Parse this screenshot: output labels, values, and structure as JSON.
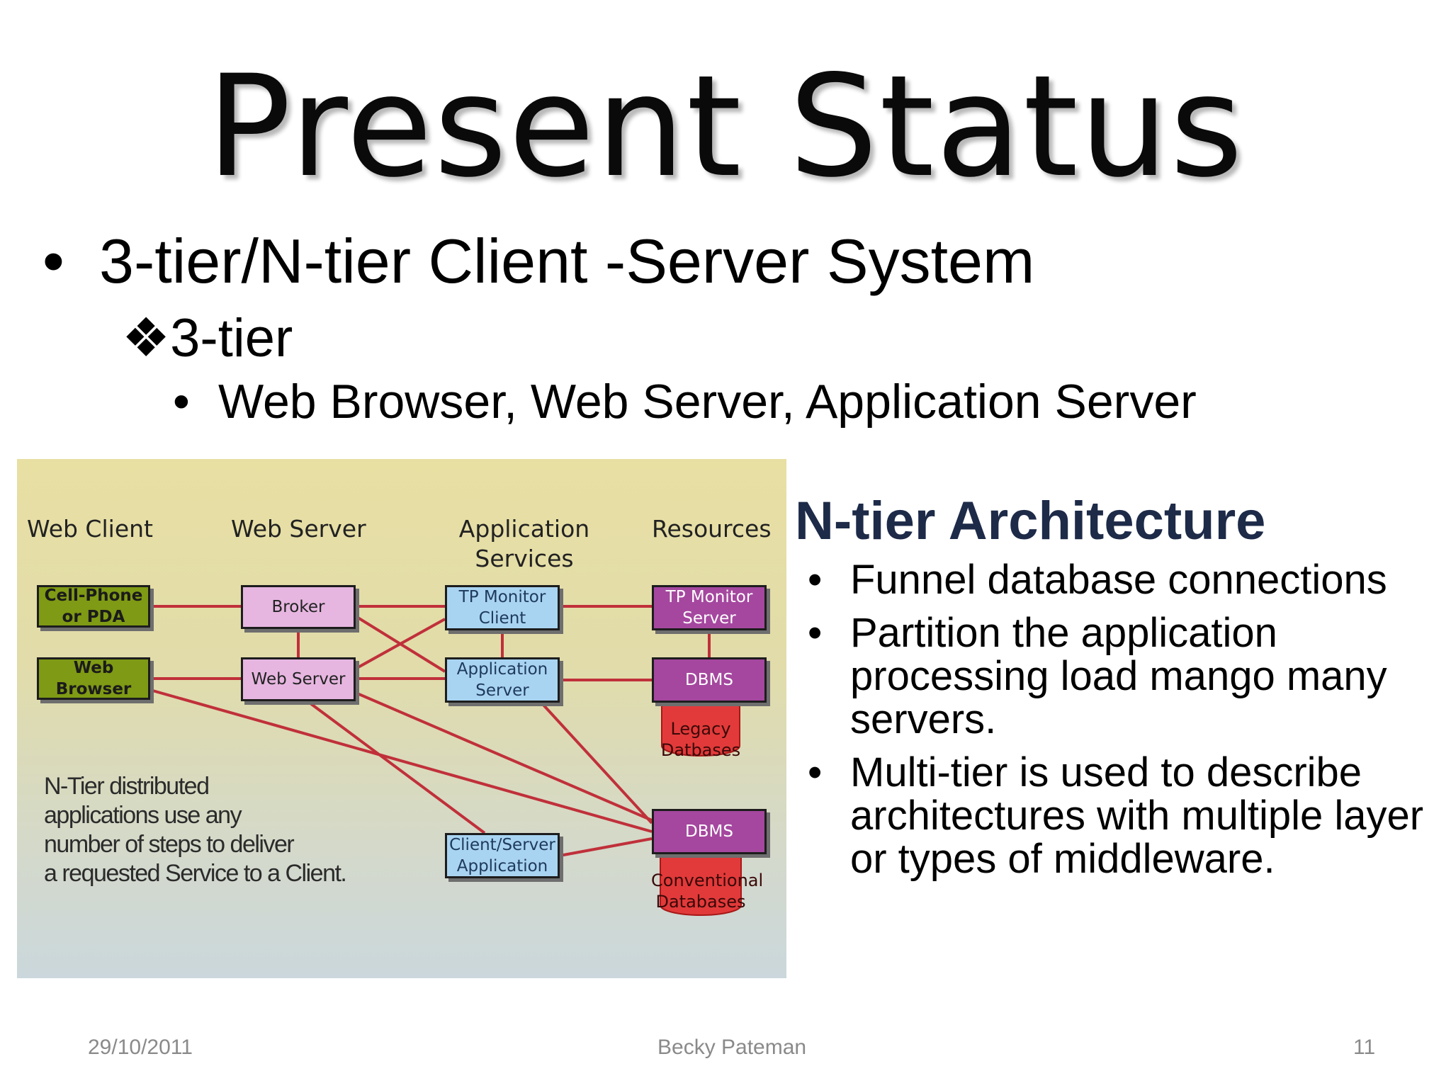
{
  "slide": {
    "title": "Present Status",
    "bullet_char": "•",
    "diamond_char": "❖",
    "bullet1": "3-tier/N-tier Client -Server System",
    "sub1": "3-tier",
    "sub2": "Web Browser, Web Server, Application Server"
  },
  "diagram": {
    "headers": {
      "web_client": "Web Client",
      "web_server": "Web Server",
      "app_services_1": "Application",
      "app_services_2": "Services",
      "resources": "Resources"
    },
    "boxes": {
      "cellphone_1": "Cell-Phone",
      "cellphone_2": "or PDA",
      "web_browser_1": "Web",
      "web_browser_2": "Browser",
      "broker": "Broker",
      "web_server": "Web Server",
      "tp_client_1": "TP Monitor",
      "tp_client_2": "Client",
      "app_server_1": "Application",
      "app_server_2": "Server",
      "cs_app_1": "Client/Server",
      "cs_app_2": "Application",
      "tp_server_1": "TP Monitor",
      "tp_server_2": "Server",
      "dbms_1": "DBMS",
      "dbms_2": "DBMS",
      "legacy_1": "Legacy",
      "legacy_2": "Datbases",
      "conv_1": "Conventional",
      "conv_2": "Databases"
    },
    "note": {
      "line1": "N-Tier distributed",
      "line2": "applications use any",
      "line3": "number of steps to deliver",
      "line4": "a requested Service to a Client."
    }
  },
  "ntier": {
    "title": "N-tier Architecture",
    "items": [
      "Funnel database connections",
      "Partition the application processing load mango many servers.",
      "Multi-tier is used to describe architectures with multiple layer or types of middleware."
    ]
  },
  "footer": {
    "date": "29/10/2011",
    "author": "Becky Pateman",
    "page": "11"
  },
  "colors": {
    "title_heading": "#1d2a48",
    "connector": "#c0303a",
    "client_box": "#7f9a14",
    "web_server_box": "#e6b6e0",
    "app_box": "#a9d4f1",
    "resource_box": "#a5479f"
  }
}
